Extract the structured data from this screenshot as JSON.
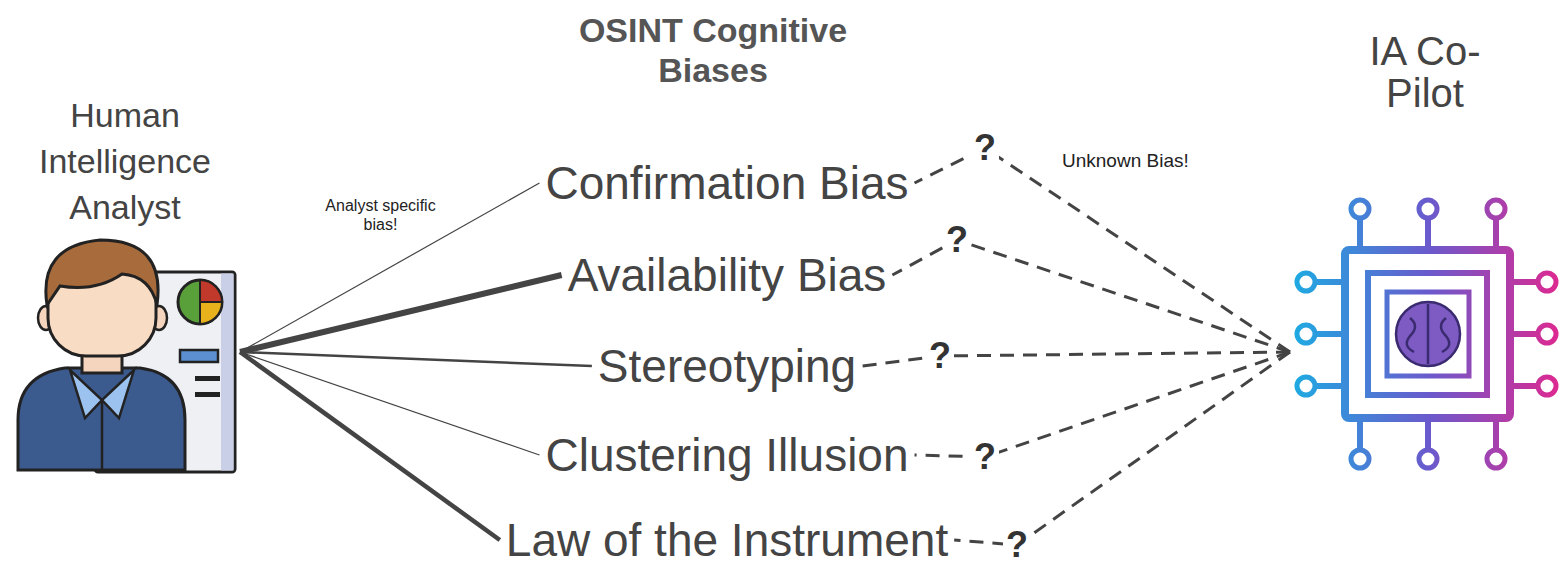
{
  "diagram": {
    "title": "OSINT Cognitive Biases",
    "nodes": [
      {
        "text": [
          "Human Intelligence Analyst"
        ]
      },
      {
        "text": [
          "Confirmation Bias"
        ]
      },
      {
        "text": [
          "Availability Bias"
        ]
      },
      {
        "text": [
          "Stereotyping"
        ]
      },
      {
        "text": [
          "Clustering Illusion"
        ]
      },
      {
        "text": [
          "Law of the Instrument"
        ]
      },
      {
        "text": [
          "IA Co-Pilot"
        ]
      }
    ],
    "edges": [
      {
        "from": 0,
        "to": 1,
        "arrow": "none"
      },
      {
        "from": 0,
        "to": 2,
        "arrow": "none"
      },
      {
        "from": 0,
        "to": 3,
        "arrow": "none"
      },
      {
        "from": 0,
        "to": 4,
        "arrow": "none"
      },
      {
        "from": 0,
        "to": 5,
        "arrow": "none"
      },
      {
        "from": 6,
        "to": 1,
        "label": "?",
        "arrow": "none"
      },
      {
        "from": 6,
        "to": 2,
        "label": "?",
        "arrow": "none"
      },
      {
        "from": 6,
        "to": 3,
        "label": "?",
        "arrow": "none"
      },
      {
        "from": 6,
        "to": 4,
        "label": "?",
        "arrow": "none"
      },
      {
        "from": 6,
        "to": 5,
        "label": "?",
        "arrow": "none"
      }
    ],
    "labels": [
      "Analyst specific bias!",
      "Unknown Bias!"
    ]
  }
}
